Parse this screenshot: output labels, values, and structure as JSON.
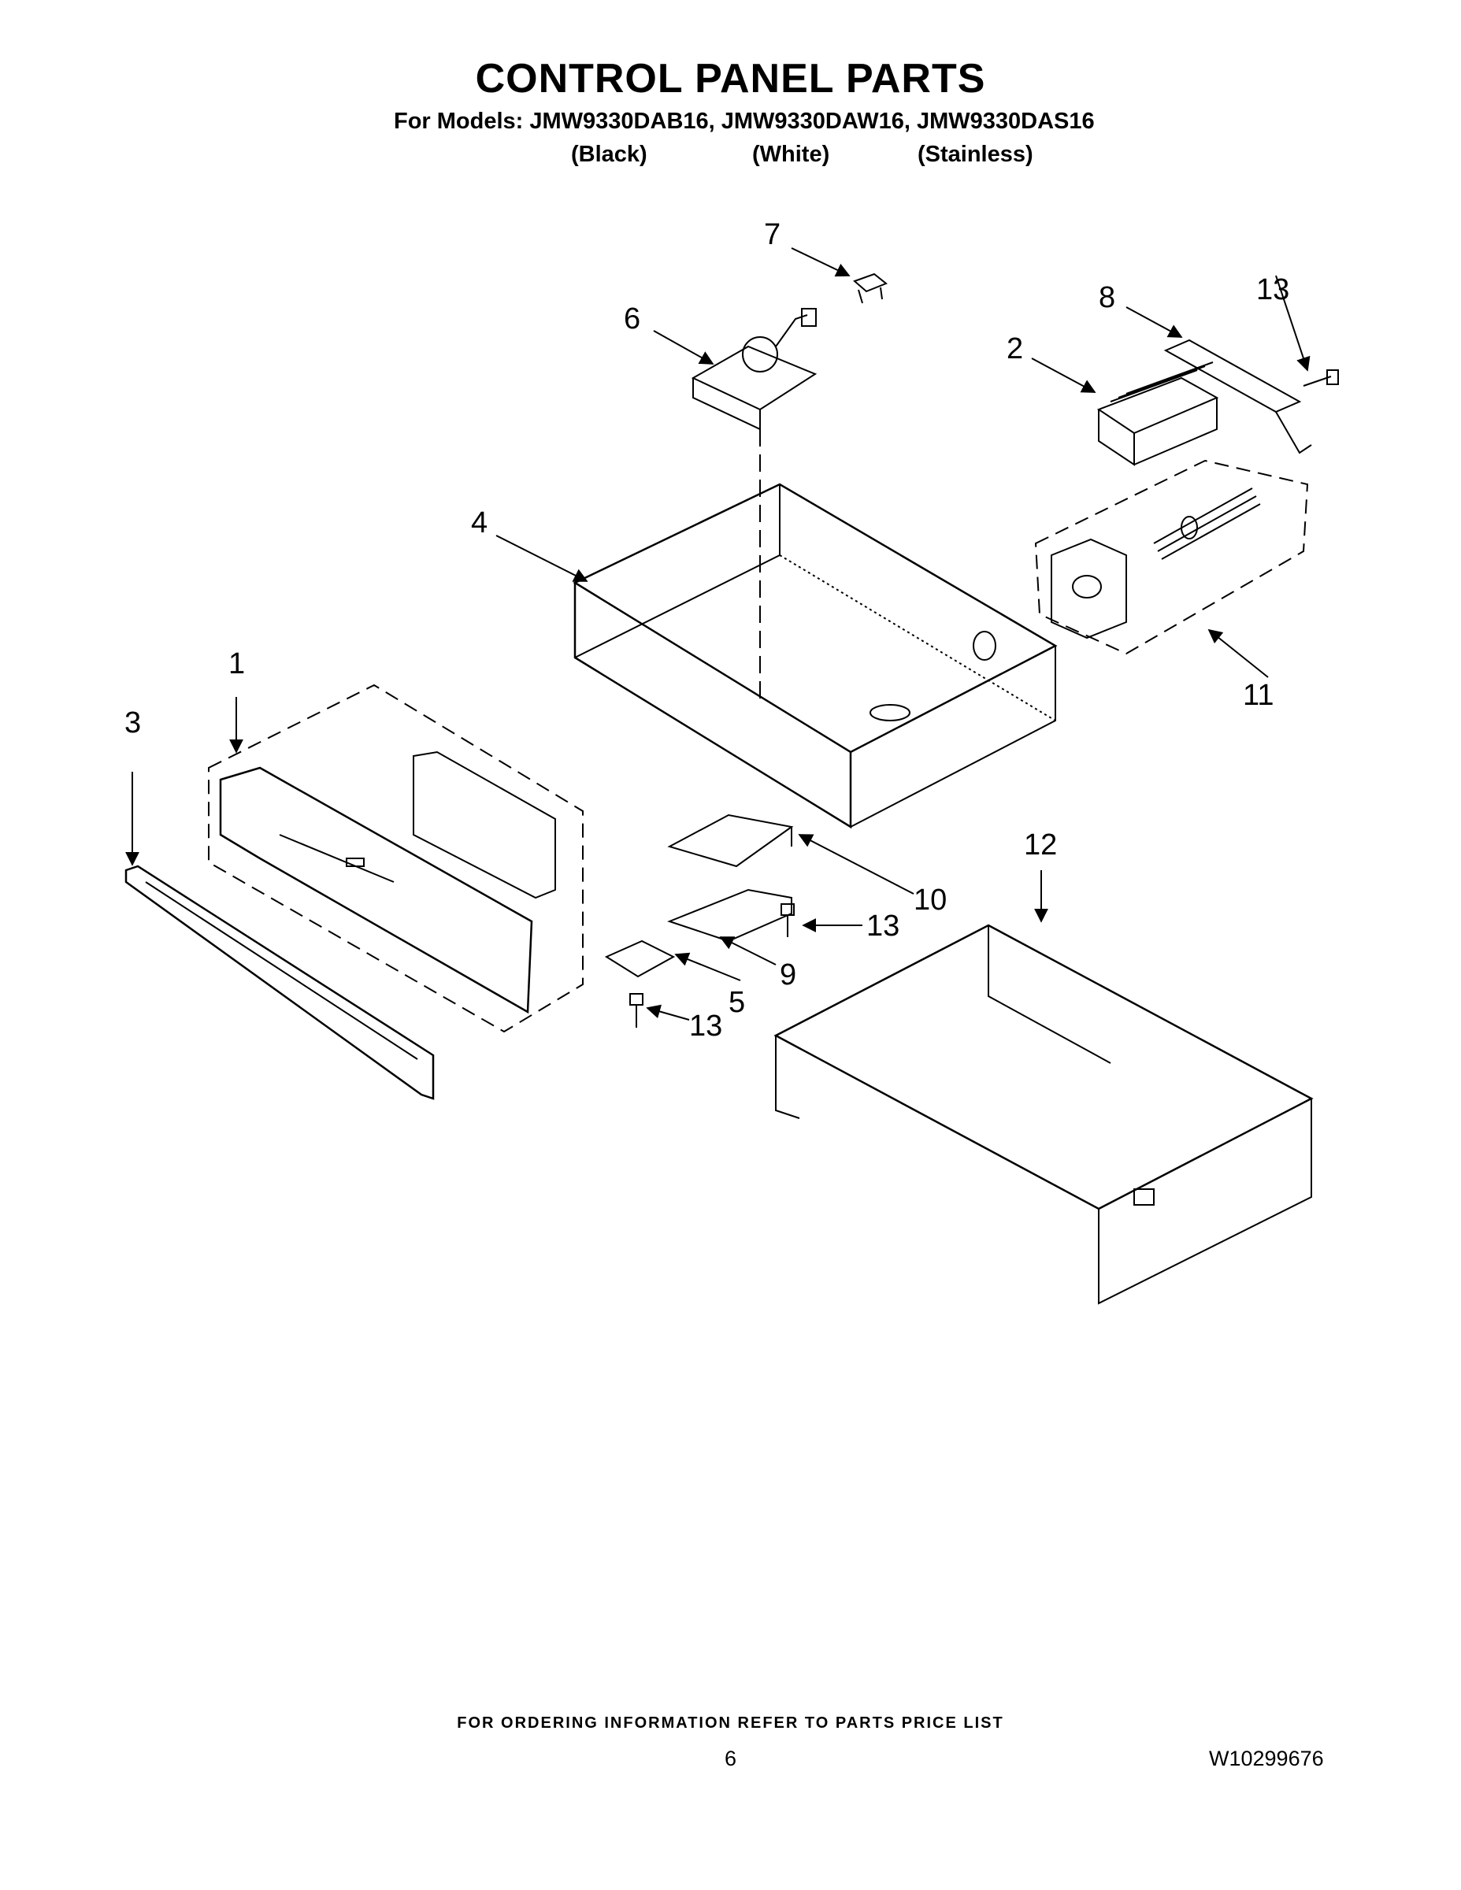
{
  "header": {
    "title": "CONTROL PANEL PARTS",
    "models_line": "For Models: JMW9330DAB16, JMW9330DAW16, JMW9330DAS16",
    "colors": [
      "(Black)",
      "(White)",
      "(Stainless)"
    ]
  },
  "callouts": {
    "c1": "1",
    "c2": "2",
    "c3": "3",
    "c4": "4",
    "c5": "5",
    "c6": "6",
    "c7": "7",
    "c8": "8",
    "c9": "9",
    "c10": "10",
    "c11": "11",
    "c12": "12",
    "c13a": "13",
    "c13b": "13",
    "c13c": "13"
  },
  "footer": {
    "ordering": "FOR ORDERING INFORMATION REFER TO PARTS PRICE LIST",
    "page_number": "6",
    "doc_number": "W10299676"
  }
}
